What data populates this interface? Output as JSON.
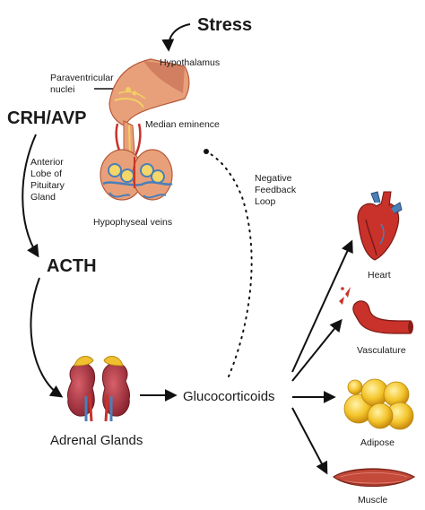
{
  "labels": {
    "stress": "Stress",
    "hypothalamus": "Hypothalamus",
    "paraventricular_1": "Paraventricular",
    "paraventricular_2": "nuclei",
    "crh_avp": "CRH/AVP",
    "median_eminence": "Median eminence",
    "anterior_lobe_1": "Anterior",
    "anterior_lobe_2": "Lobe of",
    "anterior_lobe_3": "Pituitary",
    "anterior_lobe_4": "Gland",
    "negative_1": "Negative",
    "negative_2": "Feedback",
    "negative_3": "Loop",
    "hypophyseal_veins": "Hypophyseal veins",
    "acth": "ACTH",
    "glucocorticoids": "Glucocorticoids",
    "adrenal_glands": "Adrenal Glands",
    "heart": "Heart",
    "vasculature": "Vasculature",
    "adipose": "Adipose",
    "muscle": "Muscle"
  },
  "colors": {
    "text": "#1a1a1a",
    "tissue": "#e8a07a",
    "tissue_dark": "#c0634a",
    "vessel_red": "#c8322a",
    "vessel_blue": "#4a7fb8",
    "kidney": "#b8404a",
    "adrenal": "#f0c030",
    "fat": "#f2c02a",
    "muscle": "#c44a3a"
  }
}
